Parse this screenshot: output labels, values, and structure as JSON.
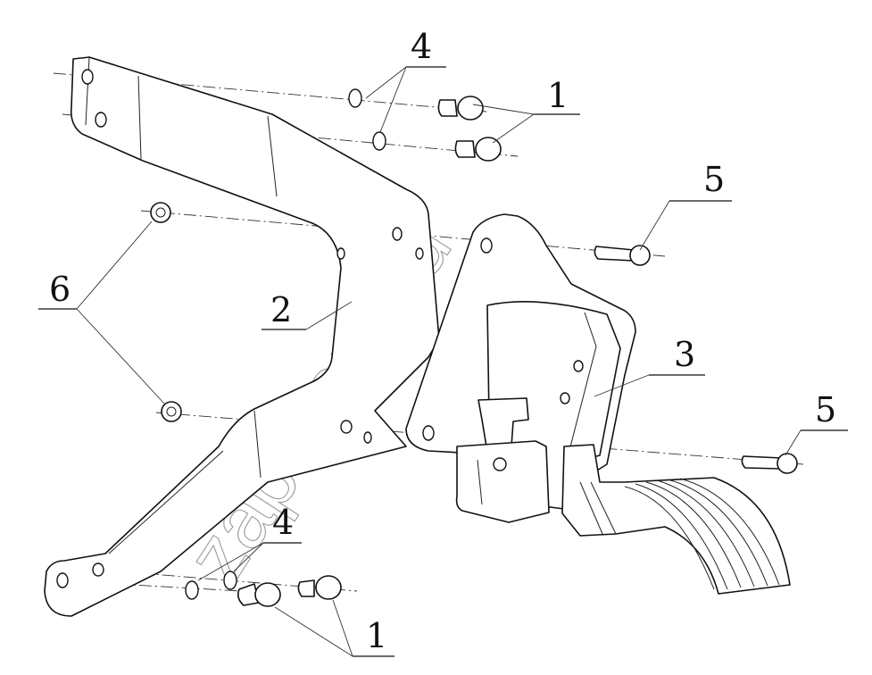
{
  "diagram": {
    "title": "Accelerator pedal assembly — exploded view",
    "watermark": "zap-kam.ru",
    "callouts": [
      {
        "id": "c1a",
        "number": "1",
        "part": "bolt"
      },
      {
        "id": "c1b",
        "number": "1",
        "part": "bolt"
      },
      {
        "id": "c2",
        "number": "2",
        "part": "mounting bracket"
      },
      {
        "id": "c3",
        "number": "3",
        "part": "accelerator pedal module"
      },
      {
        "id": "c4a",
        "number": "4",
        "part": "spring washer"
      },
      {
        "id": "c4b",
        "number": "4",
        "part": "spring washer"
      },
      {
        "id": "c5a",
        "number": "5",
        "part": "bolt"
      },
      {
        "id": "c5b",
        "number": "5",
        "part": "bolt"
      },
      {
        "id": "c6",
        "number": "6",
        "part": "nut"
      }
    ]
  }
}
